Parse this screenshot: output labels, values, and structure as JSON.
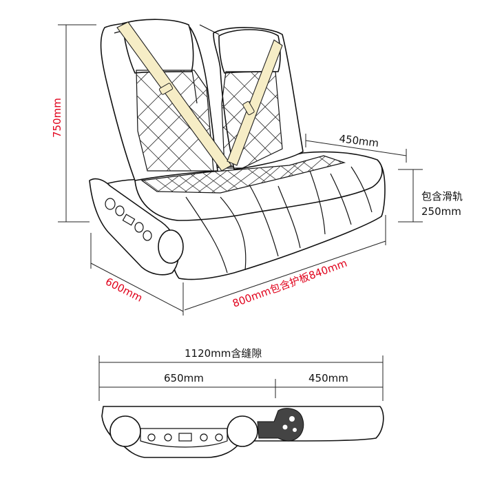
{
  "dimensions": {
    "height": "750mm",
    "depth": "600mm",
    "width_front": "800mm包含护板840mm",
    "seat_depth": "450mm",
    "rail_label": "包含滑轨",
    "rail_height": "250mm",
    "total_width": "1120mm含缝隙",
    "left_width": "650mm",
    "right_width": "450mm"
  },
  "colors": {
    "red_label": "#e0001a",
    "belt": "#f6edc6",
    "bracket": "#444444"
  }
}
